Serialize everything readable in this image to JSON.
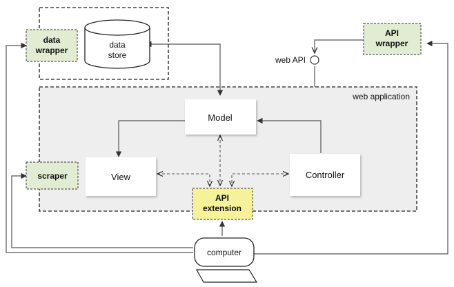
{
  "data_wrapper": {
    "line1": "data",
    "line2": "wrapper"
  },
  "data_store": {
    "line1": "data",
    "line2": "store"
  },
  "api_wrapper": {
    "line1": "API",
    "line2": "wrapper"
  },
  "web_api": {
    "label": "web API"
  },
  "web_application": {
    "label": "web application"
  },
  "model": {
    "label": "Model"
  },
  "view": {
    "label": "View"
  },
  "controller": {
    "label": "Controller"
  },
  "scraper": {
    "label": "scraper"
  },
  "api_extension": {
    "line1": "API",
    "line2": "extension"
  },
  "computer": {
    "label": "computer"
  },
  "colors": {
    "wrapper_fill": "#e2ecd3",
    "extension_fill": "#f6f29a",
    "web_app_fill": "#eeeeee",
    "line": "#555555"
  }
}
